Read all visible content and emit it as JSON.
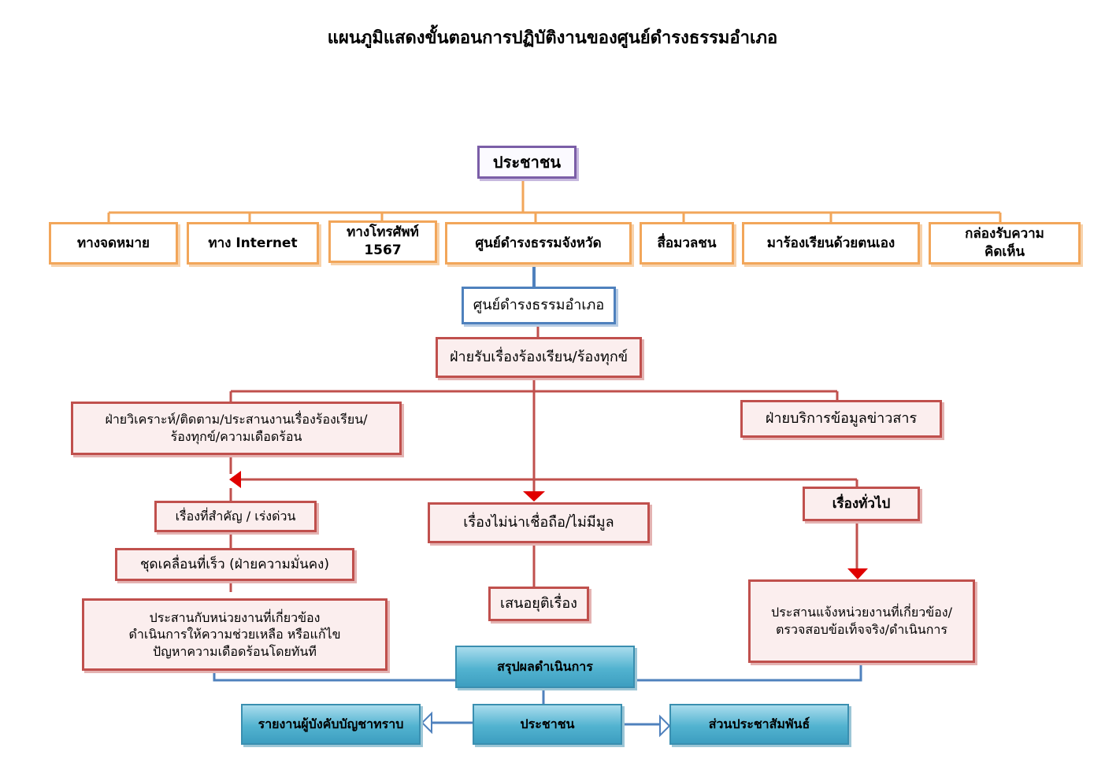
{
  "title": "แผนภูมิแสดงขั้นตอนการปฏิบัติงานของศูนย์ดำรงธรรมอำเภอ",
  "nodes": {
    "people_top": "ประชาชน",
    "channels": [
      "ทางจดหมาย",
      "ทาง Internet",
      "ทางโทรศัพท์ 1567",
      "ศูนย์ดำรงธรรมจังหวัด",
      "สื่อมวลชน",
      "มาร้องเรียนด้วยตนเอง",
      "กล่องรับความคิดเห็น"
    ],
    "district_center": "ศูนย์ดำรงธรรมอำเภอ",
    "complaint_dept": "ฝ่ายรับเรื่องร้องเรียน/ร้องทุกข์",
    "analysis_dept": [
      "ฝ่ายวิเคราะห์/ติดตาม/ประสานงานเรื่องร้องเรียน/",
      "ร้องทุกข์/ความเดือดร้อน"
    ],
    "info_dept": "ฝ่ายบริการข้อมูลข่าวสาร",
    "urgent": "เรื่องที่สำคัญ / เร่งด่วน",
    "untrustworthy": "เรื่องไม่น่าเชื่อถือ/ไม่มีมูล",
    "general": "เรื่องทั่วไป",
    "rapid_unit": "ชุดเคลื่อนที่เร็ว  (ฝ่ายความมั่นคง)",
    "propose_end": "เสนอยุติเรื่อง",
    "coordinate_help": [
      "ประสานกับหน่วยงานที่เกี่ยวข้อง",
      "ดำเนินการให้ความช่วยเหลือ  หรือแก้ไข",
      "ปัญหาความเดือดร้อนโดยทันที"
    ],
    "coordinate_notify": [
      "ประสานแจ้งหน่วยงานที่เกี่ยวข้อง/",
      "ตรวจสอบข้อเท็จจริง/ดำเนินการ"
    ],
    "summary": "สรุปผลดำเนินการ",
    "report_superior": "รายงานผู้บังคับบัญชาทราบ",
    "people_bottom": "ประชาชน",
    "public_relations": "ส่วนประชาสัมพันธ์"
  },
  "colors": {
    "purple": "#7b5ea7",
    "orange": "#f2a65a",
    "blue": "#4f81bd",
    "red": "#c0504d",
    "arrow_red": "#e00000",
    "teal": "#4aaed0"
  }
}
